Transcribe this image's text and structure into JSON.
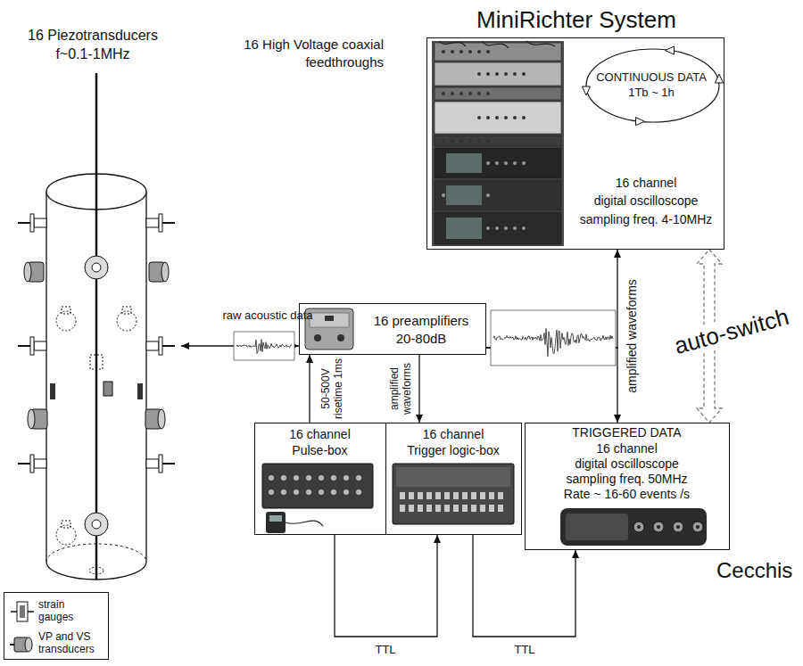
{
  "diagram": {
    "nodes": [
      {
        "text": [
          "MiniRichter System",
          "16 channel digital oscilloscope sampling freq. 4-10MHz"
        ]
      },
      {
        "text": [
          "CONTINUOUS DATA 1Tb ~ 1h"
        ],
        "in": 0
      },
      {
        "text": [
          "16 Piezotransducers f~0.1-1MHz"
        ]
      },
      {
        "text": [
          "16 preamplifiers 20-80dB"
        ]
      },
      {
        "text": [
          "16 channel Pulse-box"
        ]
      },
      {
        "text": [
          "16 channel Trigger logic-box"
        ]
      },
      {
        "text": [
          "TRIGGERED DATA",
          "16 channel digital oscilloscope sampling freq. 50MHz Rate ~ 16-60 events /s",
          "Cecchis"
        ]
      }
    ],
    "edges": [
      {
        "from": 2,
        "to": 3,
        "arrow": "both",
        "label": "raw acoustic data"
      },
      {
        "from": 3,
        "to": 0,
        "arrow": "to",
        "label": "amplified waveforms"
      },
      {
        "from": 3,
        "to": 6,
        "arrow": "to"
      },
      {
        "from": 3,
        "to": 5,
        "arrow": "to",
        "label": "amplified waveforms"
      },
      {
        "from": 4,
        "to": 3,
        "arrow": "to",
        "label": "50-500V risetime 1ms"
      },
      {
        "from": 4,
        "to": 5,
        "arrow": "to",
        "label": "TTL"
      },
      {
        "from": 5,
        "to": 6,
        "arrow": "to",
        "label": "TTL"
      },
      {
        "from": 0,
        "to": 6,
        "arrow": "both",
        "label": "auto-switch"
      }
    ],
    "labels": [
      "16 High Voltage coaxial feedthroughs"
    ],
    "legend": [
      {
        "text": "strain gauges"
      },
      {
        "text": "VP and VS transducers"
      }
    ]
  }
}
